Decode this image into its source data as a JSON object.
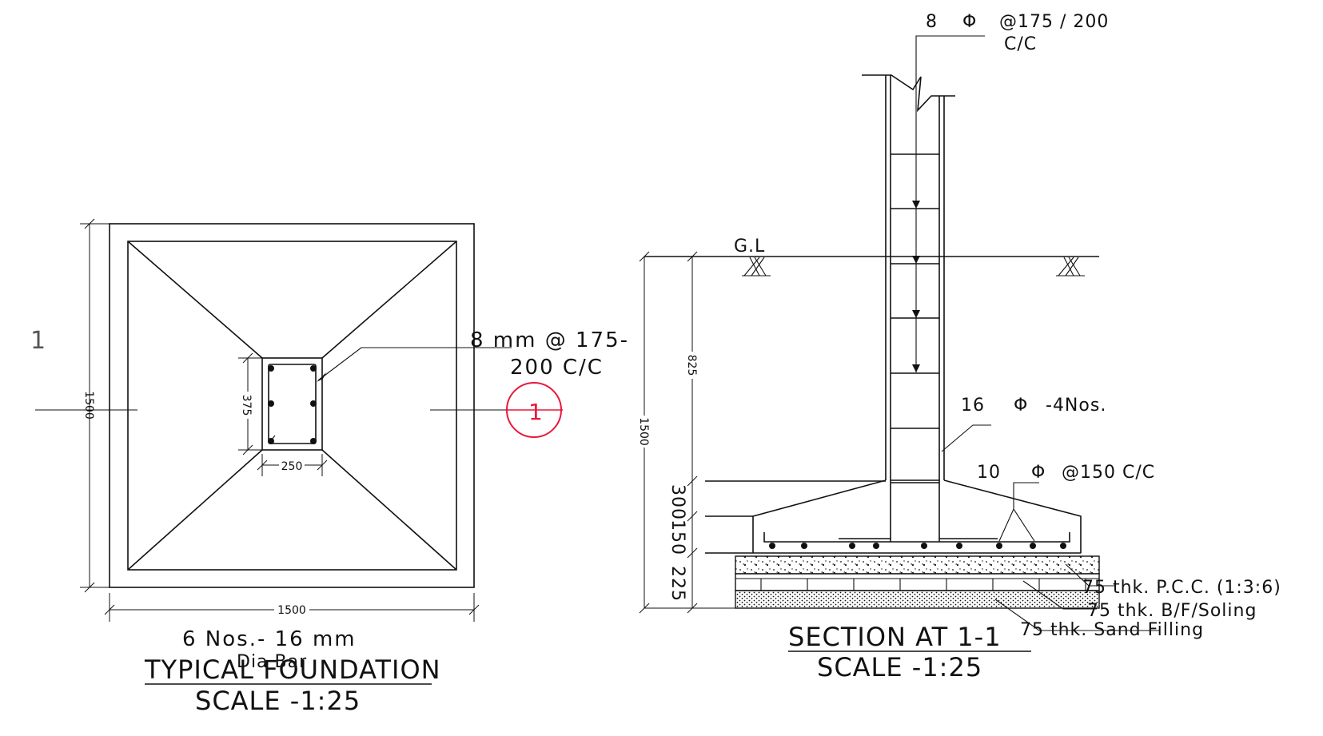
{
  "plan": {
    "side_marker": "1",
    "dim_width": "1500",
    "dim_height": "1500",
    "dim_col_h": "375",
    "dim_col_w": "250",
    "stirrup_note_1": "8 mm @ 175-",
    "stirrup_note_2": "200 C/C",
    "section_marker": "1",
    "bar_note_1": "6 Nos.- 16 mm",
    "bar_note_2": "Dia Bar",
    "title": "TYPICAL FOUNDATION",
    "scale": "SCALE -1:25"
  },
  "section": {
    "top_bar_dia": "8",
    "phi": "Φ",
    "top_bar_spacing": "@175 / 200",
    "top_bar_cc": "C/C",
    "ground_level": "G.L",
    "main_bar_dia": "16",
    "main_bar_count": "-4Nos.",
    "base_bar_dia": "10",
    "base_bar_spacing": "@150 C/C",
    "dim_total": "1500",
    "dim_upper": "825",
    "dim_300": "300",
    "dim_150": "150",
    "dim_225": "225",
    "layer_pcc": "75 thk. P.C.C. (1:3:6)",
    "layer_soling": "75 thk. B/F/Soling",
    "layer_sand": "75 thk. Sand Filling",
    "title": "SECTION AT 1-1",
    "scale": "SCALE -1:25"
  },
  "colors": {
    "line": "#111111",
    "marker": "#e8183c"
  }
}
